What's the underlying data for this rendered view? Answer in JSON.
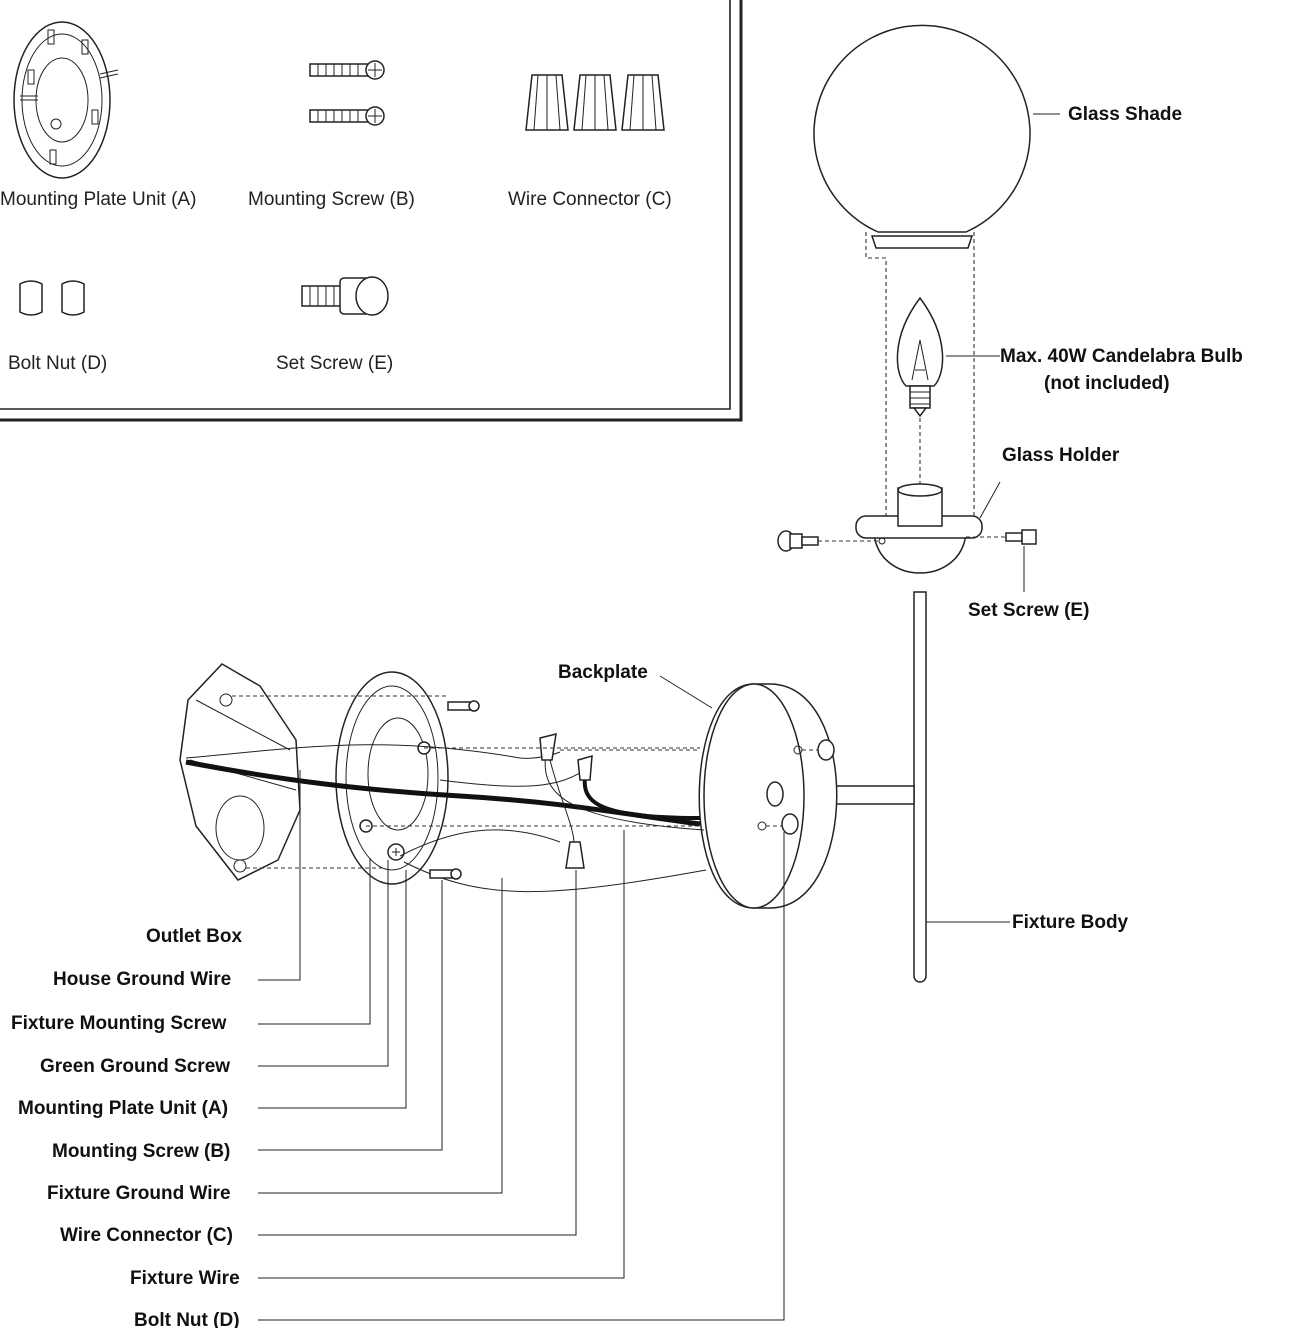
{
  "parts_box": {
    "mounting_plate": "Mounting Plate Unit (A)",
    "mounting_screw": "Mounting Screw (B)",
    "wire_connector": "Wire Connector (C)",
    "bolt_nut": "Bolt Nut (D)",
    "set_screw": "Set Screw (E)"
  },
  "labels": {
    "glass_shade": "Glass Shade",
    "bulb_line1": "Max. 40W Candelabra Bulb",
    "bulb_line2": "(not included)",
    "glass_holder": "Glass Holder",
    "set_screw": "Set Screw (E)",
    "backplate": "Backplate",
    "fixture_body": "Fixture Body",
    "outlet_box": "Outlet Box",
    "house_ground_wire": "House Ground Wire",
    "fixture_mounting_screw": "Fixture Mounting Screw",
    "green_ground_screw": "Green Ground Screw",
    "mounting_plate_unit": "Mounting Plate Unit (A)",
    "mounting_screw": "Mounting Screw (B)",
    "fixture_ground_wire": "Fixture Ground Wire",
    "wire_connector": "Wire Connector (C)",
    "fixture_wire": "Fixture Wire",
    "bolt_nut": "Bolt Nut (D)"
  }
}
